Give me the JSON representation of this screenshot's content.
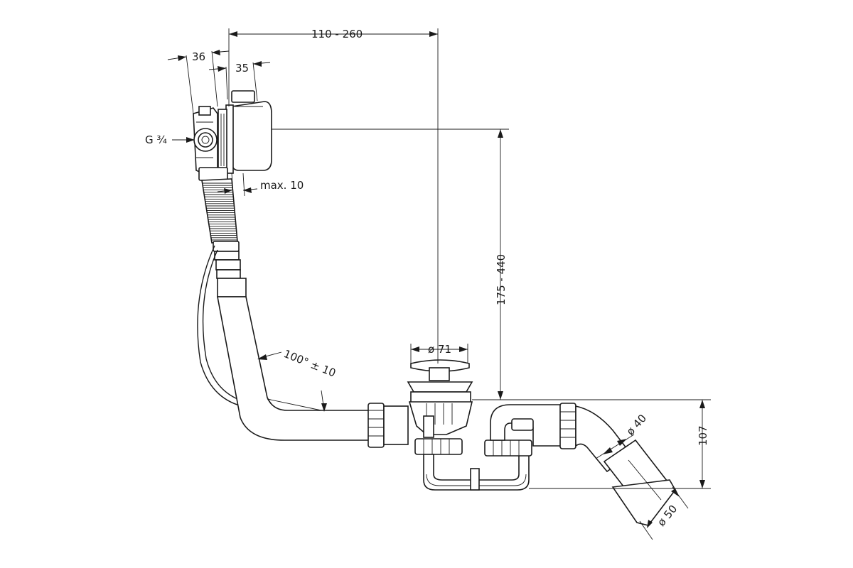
{
  "dimensions": {
    "overflow_width": "110 - 260",
    "depth_36": "36",
    "depth_35": "35",
    "thread": "G ¾",
    "max_thickness": "max. 10",
    "height_range": "175 - 440",
    "waste_diameter": "ø 71",
    "bend_angle": "100° ± 10",
    "outlet_diameter_40": "ø 40",
    "trap_height": "107",
    "outlet_diameter_50": "ø 50"
  }
}
